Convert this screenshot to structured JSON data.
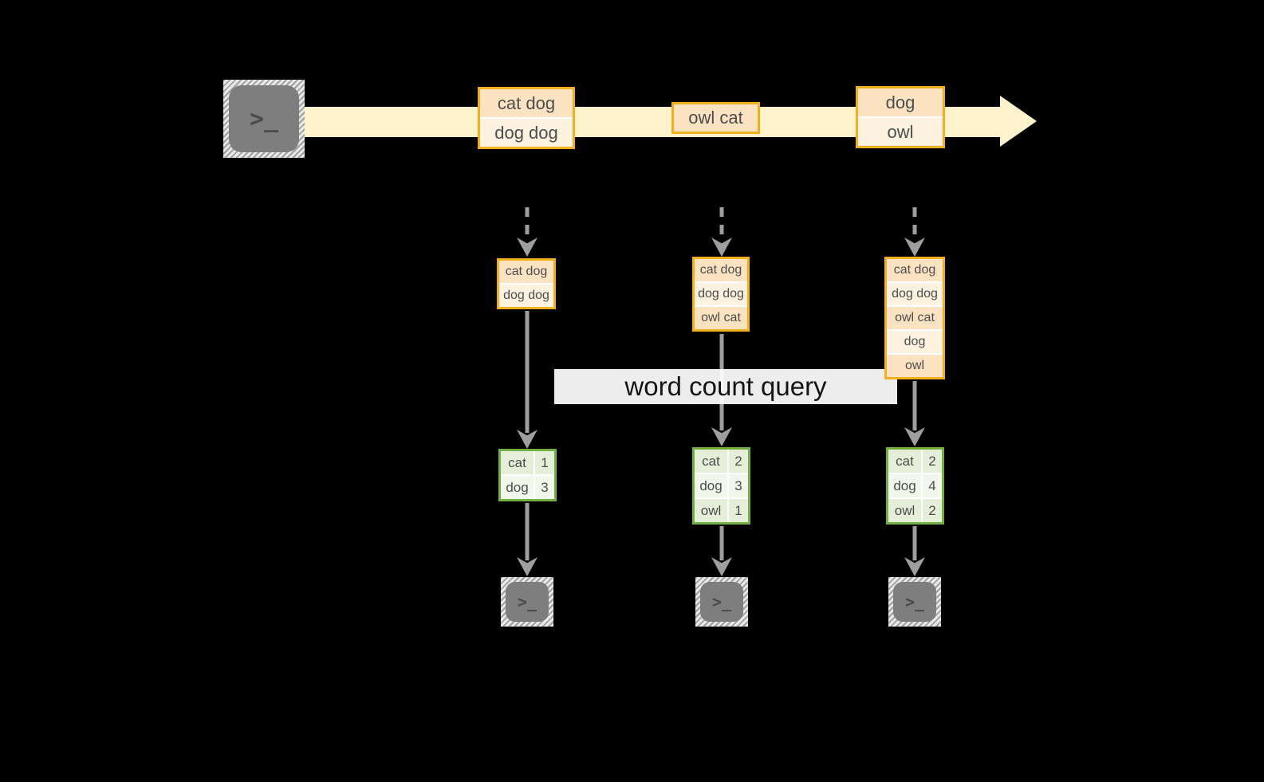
{
  "label": {
    "text": "word count query"
  },
  "icons": {
    "terminal_prompt": ">_"
  },
  "palette": {
    "stream_fill": "#fdf2cc",
    "event_border": "#f2b01e",
    "event_cell_peach": "#fbe3c2",
    "event_cell_cream": "#fdf1e0",
    "table_border": "#74af43",
    "table_row_green": "#e4eed8",
    "table_row_pale": "#f2f7ec",
    "arrow_gray": "#9e9e9e",
    "icon_gray": "#7e7e7e",
    "label_bg": "#ffffff"
  },
  "stream": {
    "events": [
      {
        "rows": [
          "cat dog",
          "dog dog"
        ]
      },
      {
        "rows": [
          "owl cat"
        ]
      },
      {
        "rows": [
          "dog",
          "owl"
        ]
      }
    ]
  },
  "pipelines": [
    {
      "batch": [
        "cat dog",
        "dog dog"
      ],
      "table": [
        {
          "word": "cat",
          "count": 1
        },
        {
          "word": "dog",
          "count": 3
        }
      ]
    },
    {
      "batch": [
        "cat dog",
        "dog dog",
        "owl cat"
      ],
      "table": [
        {
          "word": "cat",
          "count": 2
        },
        {
          "word": "dog",
          "count": 3
        },
        {
          "word": "owl",
          "count": 1
        }
      ]
    },
    {
      "batch": [
        "cat dog",
        "dog dog",
        "owl cat",
        "dog",
        "owl"
      ],
      "table": [
        {
          "word": "cat",
          "count": 2
        },
        {
          "word": "dog",
          "count": 4
        },
        {
          "word": "owl",
          "count": 2
        }
      ]
    }
  ]
}
